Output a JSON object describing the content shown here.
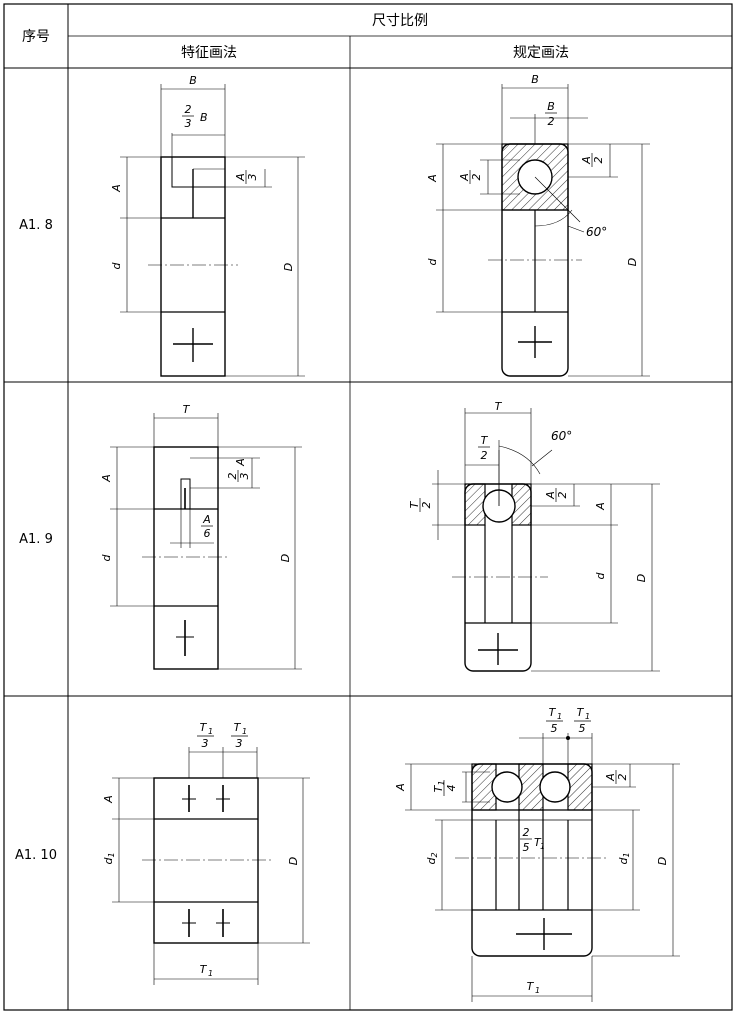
{
  "header": {
    "seq_label": "序号",
    "size_ratio_label": "尺寸比例",
    "feature_method_label": "特征画法",
    "specified_method_label": "规定画法"
  },
  "rows": [
    {
      "id": "A1. 8"
    },
    {
      "id": "A1. 9"
    },
    {
      "id": "A1. 10"
    }
  ],
  "dims": {
    "B": "B",
    "two": "2",
    "three": "3",
    "four": "4",
    "five": "5",
    "six": "6",
    "A": "A",
    "d": "d",
    "D": "D",
    "T": "T",
    "sub_1": "1",
    "sub_2": "2",
    "angle_60": "60°"
  }
}
